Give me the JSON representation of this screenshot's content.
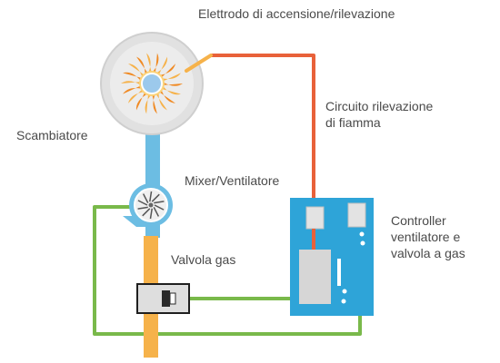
{
  "labels": {
    "electrode": "Elettrodo di accensione/rilevazione",
    "exchanger": "Scambiatore",
    "mixer": "Mixer/Ventilatore",
    "gas_valve": "Valvola gas",
    "circuit": [
      "Circuito rilevazione",
      "di fiamma"
    ],
    "controller": [
      "Controller",
      "ventilatore e",
      "valvola a gas"
    ]
  },
  "colors": {
    "flame_circuit": "#e8613a",
    "control_wiring": "#79b94a",
    "air_duct": "#6cbde3",
    "gas_pipe": "#f6b24a",
    "controller_board": "#2ea4d8",
    "exchanger_ring": "#d4d4d4",
    "flame": "#f39b2a"
  }
}
